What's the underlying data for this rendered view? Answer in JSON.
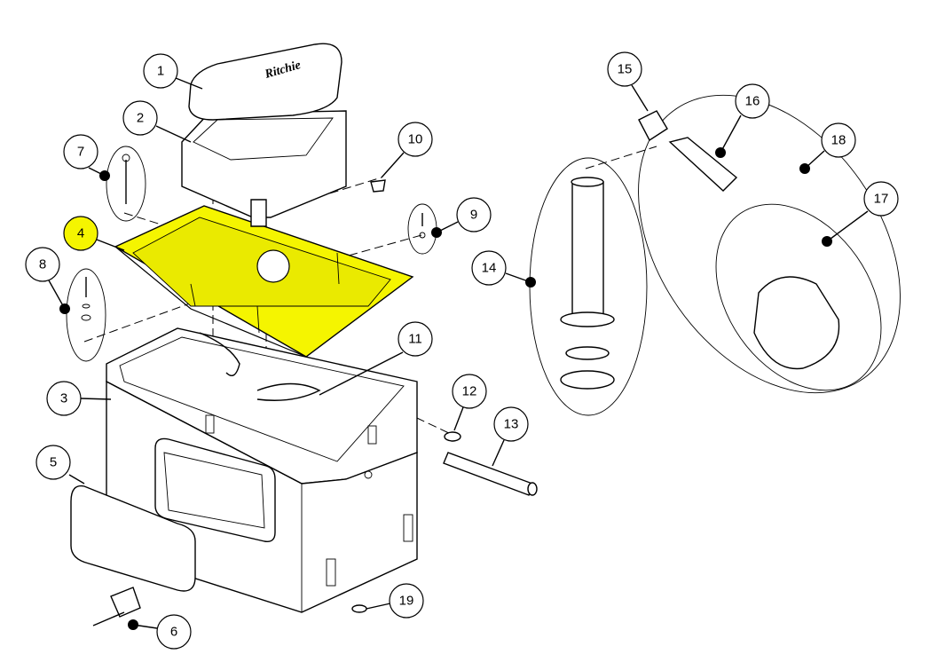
{
  "diagram": {
    "brand_logo": "Ritchie",
    "highlight_color": "#f5f500",
    "callouts": [
      {
        "id": "1",
        "label": "1"
      },
      {
        "id": "2",
        "label": "2"
      },
      {
        "id": "3",
        "label": "3"
      },
      {
        "id": "4",
        "label": "4",
        "highlighted": true
      },
      {
        "id": "5",
        "label": "5"
      },
      {
        "id": "6",
        "label": "6"
      },
      {
        "id": "7",
        "label": "7"
      },
      {
        "id": "8",
        "label": "8"
      },
      {
        "id": "9",
        "label": "9"
      },
      {
        "id": "10",
        "label": "10"
      },
      {
        "id": "11",
        "label": "11"
      },
      {
        "id": "12",
        "label": "12"
      },
      {
        "id": "13",
        "label": "13"
      },
      {
        "id": "14",
        "label": "14"
      },
      {
        "id": "15",
        "label": "15"
      },
      {
        "id": "16",
        "label": "16"
      },
      {
        "id": "17",
        "label": "17"
      },
      {
        "id": "18",
        "label": "18"
      },
      {
        "id": "19",
        "label": "19"
      }
    ]
  }
}
